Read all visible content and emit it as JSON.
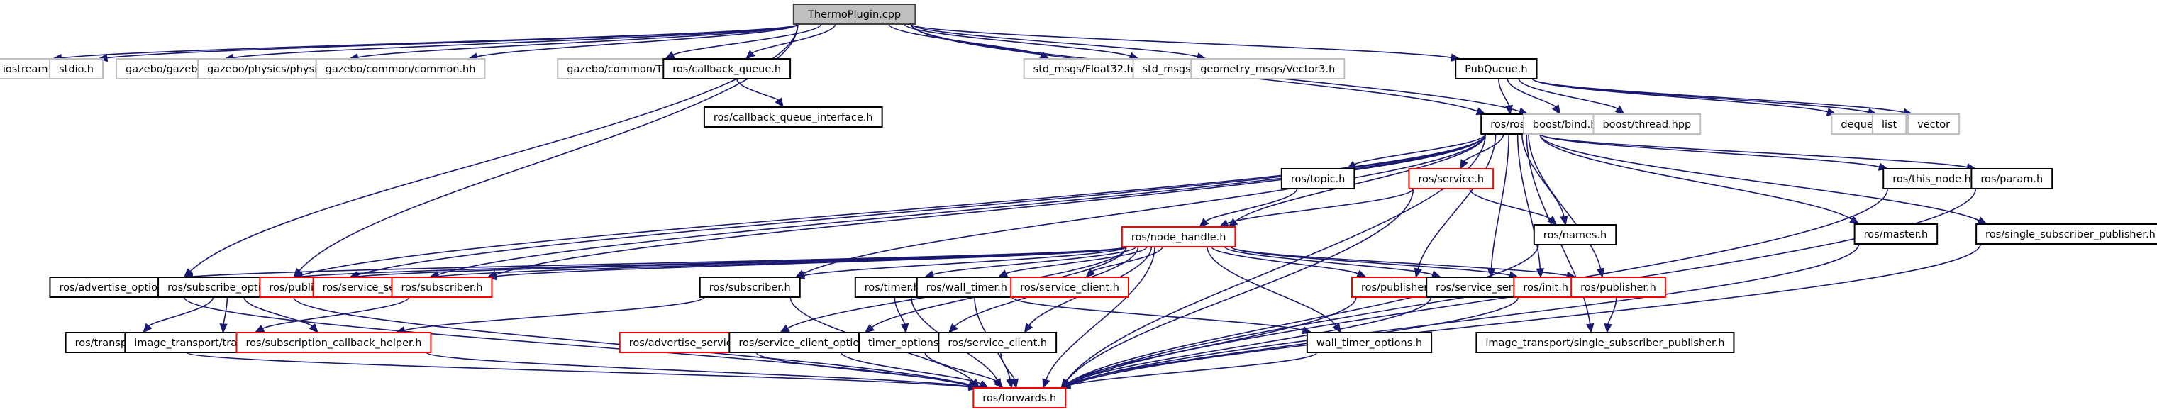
{
  "graph": {
    "title": "ThermoPlugin.cpp include dependency graph",
    "colors": {
      "edge": "#191970",
      "root_fill": "#bfbfbf",
      "border_documented": "#000000",
      "border_truncated": "#ff0000",
      "border_external": "#bfbfbf",
      "node_fill": "#ffffff"
    },
    "nodes": [
      {
        "id": "root",
        "label": "ThermoPlugin.cpp",
        "kind": "root"
      },
      {
        "id": "iostream",
        "label": "iostream",
        "kind": "external"
      },
      {
        "id": "stdio",
        "label": "stdio.h",
        "kind": "external"
      },
      {
        "id": "gazebo",
        "label": "gazebo/gazebo.hh",
        "kind": "external"
      },
      {
        "id": "physics",
        "label": "gazebo/physics/physics.hh",
        "kind": "external"
      },
      {
        "id": "common",
        "label": "gazebo/common/common.hh",
        "kind": "external"
      },
      {
        "id": "time",
        "label": "gazebo/common/Time.hh",
        "kind": "external"
      },
      {
        "id": "cbq",
        "label": "ros/callback_queue.h",
        "kind": "documented"
      },
      {
        "id": "cbqi",
        "label": "ros/callback_queue_interface.h",
        "kind": "documented"
      },
      {
        "id": "float32",
        "label": "std_msgs/Float32.h",
        "kind": "external"
      },
      {
        "id": "string",
        "label": "std_msgs/String.h",
        "kind": "external"
      },
      {
        "id": "vector3",
        "label": "geometry_msgs/Vector3.h",
        "kind": "external"
      },
      {
        "id": "pubqueue",
        "label": "PubQueue.h",
        "kind": "documented"
      },
      {
        "id": "rosh",
        "label": "ros/ros.h",
        "kind": "documented"
      },
      {
        "id": "bind",
        "label": "boost/bind.hpp",
        "kind": "external"
      },
      {
        "id": "thread",
        "label": "boost/thread.hpp",
        "kind": "external"
      },
      {
        "id": "deque",
        "label": "deque",
        "kind": "external"
      },
      {
        "id": "list",
        "label": "list",
        "kind": "external"
      },
      {
        "id": "vector",
        "label": "vector",
        "kind": "external"
      },
      {
        "id": "topic",
        "label": "ros/topic.h",
        "kind": "documented"
      },
      {
        "id": "service",
        "label": "ros/service.h",
        "kind": "truncated"
      },
      {
        "id": "names",
        "label": "ros/names.h",
        "kind": "documented"
      },
      {
        "id": "thisnode",
        "label": "ros/this_node.h",
        "kind": "documented"
      },
      {
        "id": "param",
        "label": "ros/param.h",
        "kind": "documented"
      },
      {
        "id": "master",
        "label": "ros/master.h",
        "kind": "documented"
      },
      {
        "id": "ssp",
        "label": "ros/single_subscriber_publisher.h",
        "kind": "documented"
      },
      {
        "id": "nodehandle",
        "label": "ros/node_handle.h",
        "kind": "truncated"
      },
      {
        "id": "advopts",
        "label": "ros/advertise_options.h",
        "kind": "documented"
      },
      {
        "id": "subopts",
        "label": "ros/subscribe_options.h",
        "kind": "documented"
      },
      {
        "id": "pub1",
        "label": "ros/publisher.h",
        "kind": "truncated"
      },
      {
        "id": "srvserver1",
        "label": "ros/service_server.h",
        "kind": "truncated"
      },
      {
        "id": "sub1",
        "label": "ros/subscriber.h",
        "kind": "truncated"
      },
      {
        "id": "sub2",
        "label": "ros/subscriber.h",
        "kind": "documented"
      },
      {
        "id": "timer",
        "label": "ros/timer.h",
        "kind": "documented"
      },
      {
        "id": "walltimer",
        "label": "ros/wall_timer.h",
        "kind": "documented"
      },
      {
        "id": "srvclient1",
        "label": "ros/service_client.h",
        "kind": "truncated"
      },
      {
        "id": "pub2",
        "label": "ros/publisher.h",
        "kind": "truncated"
      },
      {
        "id": "srvserver2",
        "label": "ros/service_server.h",
        "kind": "documented"
      },
      {
        "id": "init",
        "label": "ros/init.h",
        "kind": "truncated"
      },
      {
        "id": "pub3",
        "label": "ros/publisher.h",
        "kind": "truncated"
      },
      {
        "id": "transhints",
        "label": "ros/transport_hints.h",
        "kind": "documented"
      },
      {
        "id": "ithints",
        "label": "image_transport/transport_hints.h",
        "kind": "documented"
      },
      {
        "id": "subcb",
        "label": "ros/subscription_callback_helper.h",
        "kind": "truncated"
      },
      {
        "id": "advsrvopts",
        "label": "ros/advertise_service_options.h",
        "kind": "truncated"
      },
      {
        "id": "srvclientopts",
        "label": "ros/service_client_options.h",
        "kind": "documented"
      },
      {
        "id": "timeropts",
        "label": "timer_options.h",
        "kind": "documented"
      },
      {
        "id": "srvclient2",
        "label": "ros/service_client.h",
        "kind": "documented"
      },
      {
        "id": "walltimeropts",
        "label": "wall_timer_options.h",
        "kind": "documented"
      },
      {
        "id": "itssp",
        "label": "image_transport/single_subscriber_publisher.h",
        "kind": "documented"
      },
      {
        "id": "forwards",
        "label": "ros/forwards.h",
        "kind": "truncated"
      }
    ],
    "edges": [
      [
        "root",
        "iostream"
      ],
      [
        "root",
        "stdio"
      ],
      [
        "root",
        "gazebo"
      ],
      [
        "root",
        "physics"
      ],
      [
        "root",
        "common"
      ],
      [
        "root",
        "time"
      ],
      [
        "root",
        "cbq"
      ],
      [
        "root",
        "float32"
      ],
      [
        "root",
        "string"
      ],
      [
        "root",
        "vector3"
      ],
      [
        "root",
        "pubqueue"
      ],
      [
        "root",
        "rosh"
      ],
      [
        "root",
        "bind"
      ],
      [
        "root",
        "advopts"
      ],
      [
        "root",
        "subopts"
      ],
      [
        "cbq",
        "cbqi"
      ],
      [
        "pubqueue",
        "rosh"
      ],
      [
        "pubqueue",
        "bind"
      ],
      [
        "pubqueue",
        "thread"
      ],
      [
        "pubqueue",
        "deque"
      ],
      [
        "pubqueue",
        "list"
      ],
      [
        "pubqueue",
        "vector"
      ],
      [
        "rosh",
        "topic"
      ],
      [
        "rosh",
        "service"
      ],
      [
        "rosh",
        "names"
      ],
      [
        "rosh",
        "thisnode"
      ],
      [
        "rosh",
        "param"
      ],
      [
        "rosh",
        "master"
      ],
      [
        "rosh",
        "ssp"
      ],
      [
        "rosh",
        "nodehandle"
      ],
      [
        "rosh",
        "pub1"
      ],
      [
        "rosh",
        "srvserver1"
      ],
      [
        "rosh",
        "sub1"
      ],
      [
        "rosh",
        "sub2"
      ],
      [
        "rosh",
        "subopts"
      ],
      [
        "rosh",
        "pub2"
      ],
      [
        "rosh",
        "srvserver2"
      ],
      [
        "rosh",
        "init"
      ],
      [
        "rosh",
        "pub3"
      ],
      [
        "rosh",
        "itssp"
      ],
      [
        "rosh",
        "forwards"
      ],
      [
        "topic",
        "nodehandle"
      ],
      [
        "service",
        "nodehandle"
      ],
      [
        "service",
        "names"
      ],
      [
        "service",
        "forwards"
      ],
      [
        "nodehandle",
        "advopts"
      ],
      [
        "nodehandle",
        "subopts"
      ],
      [
        "nodehandle",
        "pub1"
      ],
      [
        "nodehandle",
        "srvserver1"
      ],
      [
        "nodehandle",
        "sub1"
      ],
      [
        "nodehandle",
        "sub2"
      ],
      [
        "nodehandle",
        "timer"
      ],
      [
        "nodehandle",
        "walltimer"
      ],
      [
        "nodehandle",
        "srvclient1"
      ],
      [
        "nodehandle",
        "pub2"
      ],
      [
        "nodehandle",
        "srvserver2"
      ],
      [
        "nodehandle",
        "init"
      ],
      [
        "nodehandle",
        "pub3"
      ],
      [
        "nodehandle",
        "advsrvopts"
      ],
      [
        "nodehandle",
        "srvclientopts"
      ],
      [
        "nodehandle",
        "timeropts"
      ],
      [
        "nodehandle",
        "srvclient2"
      ],
      [
        "nodehandle",
        "walltimeropts"
      ],
      [
        "nodehandle",
        "forwards"
      ],
      [
        "subopts",
        "transhints"
      ],
      [
        "subopts",
        "ithints"
      ],
      [
        "subopts",
        "subcb"
      ],
      [
        "subopts",
        "forwards"
      ],
      [
        "advopts",
        "forwards"
      ],
      [
        "sub1",
        "ithints"
      ],
      [
        "sub2",
        "subcb"
      ],
      [
        "sub2",
        "forwards"
      ],
      [
        "timer",
        "timeropts"
      ],
      [
        "timer",
        "forwards"
      ],
      [
        "walltimer",
        "walltimeropts"
      ],
      [
        "walltimer",
        "forwards"
      ],
      [
        "pub3",
        "itssp"
      ],
      [
        "pub2",
        "forwards"
      ],
      [
        "srvserver2",
        "forwards"
      ],
      [
        "init",
        "forwards"
      ],
      [
        "names",
        "forwards"
      ],
      [
        "master",
        "forwards"
      ],
      [
        "thisnode",
        "forwards"
      ],
      [
        "param",
        "forwards"
      ],
      [
        "ssp",
        "forwards"
      ],
      [
        "transhints",
        "forwards"
      ],
      [
        "subcb",
        "forwards"
      ],
      [
        "advsrvopts",
        "forwards"
      ],
      [
        "srvclientopts",
        "forwards"
      ],
      [
        "timeropts",
        "forwards"
      ],
      [
        "srvclient2",
        "forwards"
      ],
      [
        "walltimeropts",
        "forwards"
      ]
    ]
  }
}
